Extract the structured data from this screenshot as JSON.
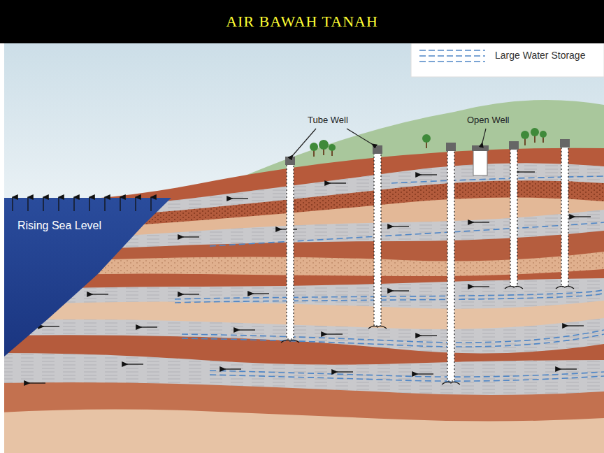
{
  "diagram": {
    "title": "AIR BAWAH TANAH",
    "labels": [
      "Tube Well",
      "Open Well",
      "Rising Sea Level"
    ],
    "legend": [
      {
        "text": "Large Water Storage"
      }
    ]
  }
}
